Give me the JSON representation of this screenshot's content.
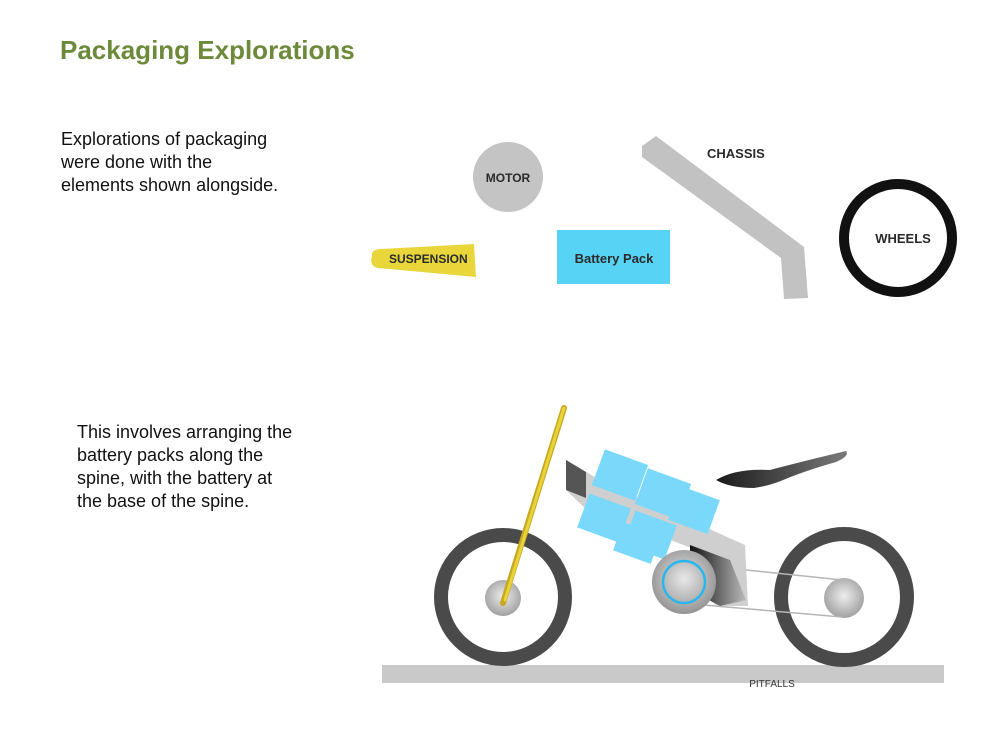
{
  "title": "Packaging Explorations",
  "intro_text": [
    "Explorations of packaging",
    "were done with the",
    "elements shown alongside."
  ],
  "arrangement_text": [
    "This involves arranging the",
    "battery packs along the",
    "spine, with the battery at",
    "the base of the spine."
  ],
  "components": {
    "motor": "MOTOR",
    "chassis": "CHASSIS",
    "wheels": "WHEELS",
    "suspension": "SUSPENSION",
    "battery_pack": "Battery Pack"
  },
  "ground_label": "PITFALLS",
  "colors": {
    "title": "#6d8a3a",
    "battery": "#57d3f5",
    "suspension": "#e8d63a",
    "motor": "#c4c4c4",
    "chassis": "#c2c2c2",
    "wheel": "#111111"
  }
}
